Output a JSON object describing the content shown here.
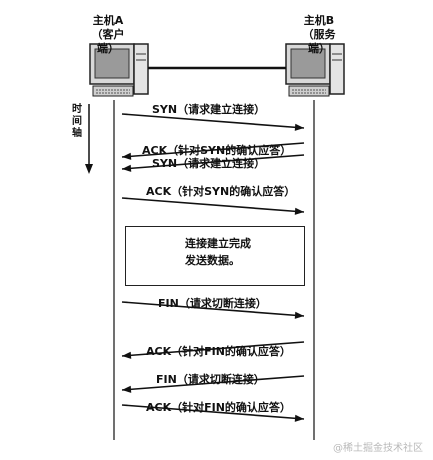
{
  "host_a": {
    "name": "主机A",
    "role": "（客户端）"
  },
  "host_b": {
    "name": "主机B",
    "role": "（服务端）"
  },
  "time_axis": "时间轴",
  "messages": [
    {
      "text": "SYN（请求建立连接）",
      "direction": "a_to_b"
    },
    {
      "text": "ACK（针对SYN的确认应答）",
      "direction": "b_to_a"
    },
    {
      "text": "SYN（请求建立连接）",
      "direction": "b_to_a"
    },
    {
      "text": "ACK（针对SYN的确认应答）",
      "direction": "a_to_b"
    },
    {
      "text": "FIN（请求切断连接）",
      "direction": "a_to_b"
    },
    {
      "text": "ACK（针对FIN的确认应答）",
      "direction": "b_to_a"
    },
    {
      "text": "FIN（请求切断连接）",
      "direction": "b_to_a"
    },
    {
      "text": "ACK（针对FIN的确认应答）",
      "direction": "a_to_b"
    }
  ],
  "box": {
    "line1": "连接建立完成",
    "line2": "发送数据。"
  },
  "watermark": "@稀土掘金技术社区"
}
